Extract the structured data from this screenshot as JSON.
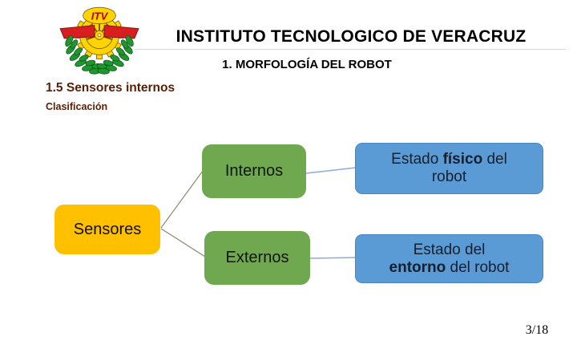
{
  "header": {
    "title": "INSTITUTO TECNOLOGICO DE VERACRUZ",
    "subtitle": "1. MORFOLOGÍA DEL ROBOT",
    "logo": {
      "name": "itv-crest",
      "monogram": "ITV",
      "colors": {
        "gear": "#FFD400",
        "wreath": "#21952F",
        "wings": "#D81E1E",
        "monogram_text": "#C00000"
      }
    }
  },
  "section": {
    "heading": "1.5 Sensores internos",
    "subheading": "Clasificación",
    "heading_color": "#5A1E05"
  },
  "diagram": {
    "root": {
      "label": "Sensores",
      "fill": "#FFC000"
    },
    "branches": [
      {
        "label": "Internos",
        "fill": "#6FA84E"
      },
      {
        "label": "Externos",
        "fill": "#6FA84E"
      }
    ],
    "results": [
      {
        "fill": "#5B9BD5",
        "line1": [
          "Estado ",
          "físico",
          " del"
        ],
        "line2": [
          "robot"
        ]
      },
      {
        "fill": "#5B9BD5",
        "line1": [
          "Estado del"
        ],
        "line2": [
          "entorno",
          " del robot"
        ]
      }
    ],
    "connectors": {
      "branch_color": "#8B8B6D",
      "link_color": "#8FAADC"
    }
  },
  "footer": {
    "page_number": "3/18"
  }
}
